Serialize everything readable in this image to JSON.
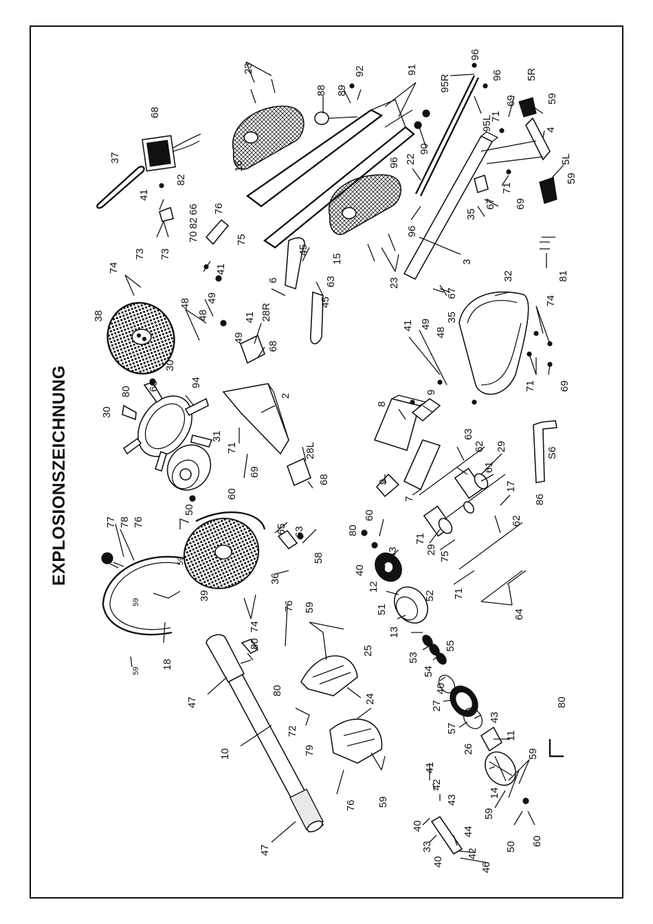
{
  "title": "EXPLOSIONSZEICHNUNG",
  "callouts": [
    "77",
    "78",
    "76",
    "18",
    "59",
    "59",
    "59",
    "39",
    "65",
    "63",
    "58",
    "36",
    "74",
    "80",
    "80",
    "76",
    "59",
    "47",
    "10",
    "47",
    "72",
    "79",
    "25",
    "24",
    "59",
    "76",
    "30",
    "80",
    "60",
    "94",
    "30",
    "31",
    "50",
    "60",
    "71",
    "69",
    "38",
    "74",
    "48",
    "49",
    "48",
    "49",
    "41",
    "41",
    "73",
    "73",
    "70",
    "82",
    "66",
    "76",
    "75",
    "68",
    "37",
    "41",
    "82",
    "23",
    "88",
    "89",
    "92",
    "91",
    "16",
    "90",
    "22",
    "96",
    "96",
    "95R",
    "96",
    "95L",
    "71",
    "69",
    "5R",
    "59",
    "4",
    "5L",
    "59",
    "71",
    "69",
    "67",
    "35",
    "3",
    "96",
    "15",
    "23",
    "45",
    "63",
    "6",
    "45",
    "28R",
    "68",
    "2",
    "28L",
    "68",
    "32",
    "74",
    "71",
    "69",
    "67",
    "35",
    "81",
    "86",
    "S6",
    "41",
    "49",
    "48",
    "9",
    "8",
    "9",
    "7",
    "63",
    "62",
    "29",
    "61",
    "17",
    "62",
    "71",
    "29",
    "75",
    "71",
    "64",
    "80",
    "60",
    "40",
    "43",
    "12",
    "51",
    "13",
    "52",
    "53",
    "55",
    "54",
    "40",
    "27",
    "57",
    "43",
    "26",
    "11",
    "14",
    "59",
    "59",
    "41",
    "42",
    "43",
    "40",
    "33",
    "44",
    "42",
    "40",
    "46",
    "50",
    "60",
    "80"
  ]
}
